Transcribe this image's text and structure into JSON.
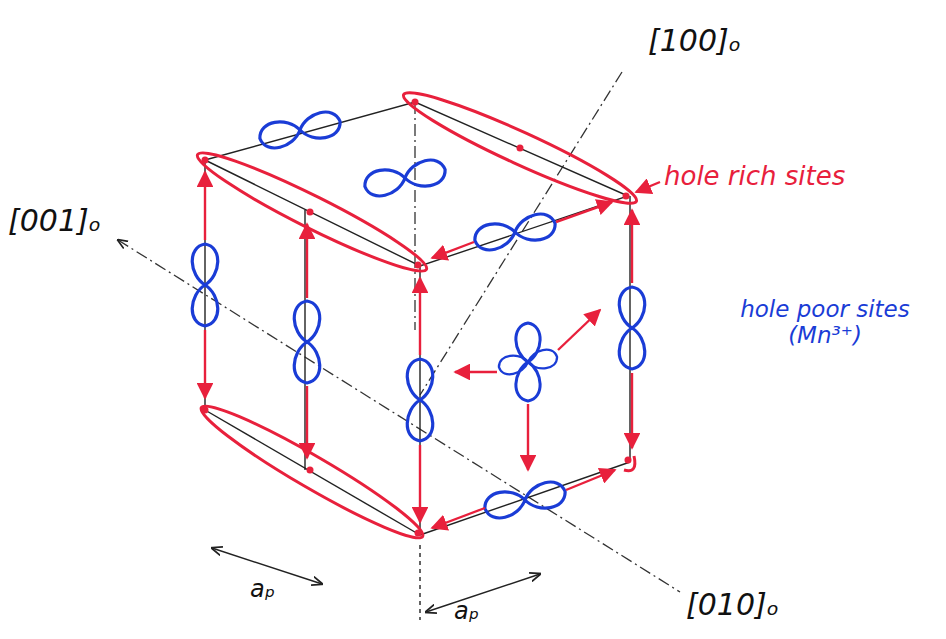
{
  "diagram": {
    "labels": [
      "[100]ₒ",
      "hole rich sites",
      "[001]ₒ",
      "hole poor sites (Mn³⁺)",
      "aₚ",
      "aₚ",
      "[010]ₒ"
    ]
  }
}
